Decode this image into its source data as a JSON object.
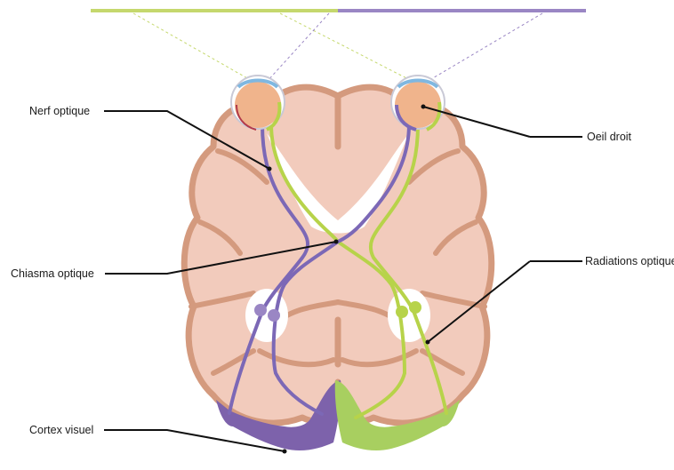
{
  "labels": {
    "optic_nerve": "Nerf optique",
    "right_eye": "Oeil droit",
    "optic_chiasm": "Chiasma optique",
    "optic_radiations": "Radiations optiques",
    "visual_cortex": "Cortex visuel"
  },
  "colors": {
    "left_field": "#c5d86d",
    "right_field": "#9a86c4",
    "green_pathway": "#b7d34a",
    "purple_pathway": "#7c68b6",
    "brain_fill": "#f2cbbc",
    "brain_outline": "#d49a7e",
    "eye_fill": "#f0b48c",
    "cortex_purple": "#7d62ab",
    "cortex_green": "#a8cf60",
    "leader_line": "#111111"
  }
}
